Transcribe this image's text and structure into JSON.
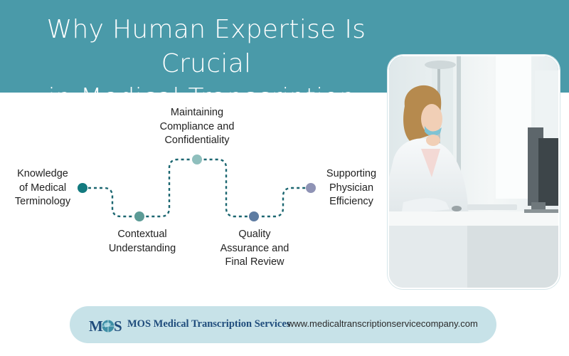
{
  "title": {
    "line1": "Why Human Expertise Is Crucial",
    "line2": "in Medical Transcription:"
  },
  "steps": [
    {
      "lines": [
        "Knowledge",
        "of Medical",
        "Terminology"
      ],
      "color": "#137a7f"
    },
    {
      "lines": [
        "Contextual",
        "Understanding"
      ],
      "color": "#5c9b96"
    },
    {
      "lines": [
        "Maintaining",
        "Compliance and",
        "Confidentiality"
      ],
      "color": "#8fbfbd"
    },
    {
      "lines": [
        "Quality",
        "Assurance and",
        "Final Review"
      ],
      "color": "#5e7ca2"
    },
    {
      "lines": [
        "Supporting",
        "Physician",
        "Efficiency"
      ],
      "color": "#8f93b5"
    }
  ],
  "colors": {
    "header": "#4a9aa9",
    "connector": "#1b6670",
    "footer_pill": "#c7e2e8",
    "company_text": "#1f4c7c"
  },
  "footer": {
    "logo_text": "MOS",
    "company": "MOS Medical Transcription Services",
    "url": "www.medicaltranscriptionservicecompany.com"
  }
}
